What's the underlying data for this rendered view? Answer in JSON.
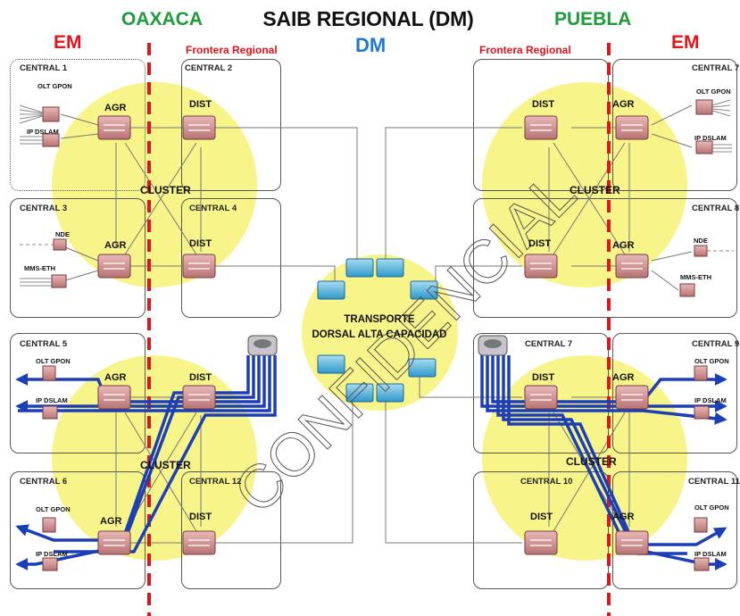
{
  "title": "SAIB REGIONAL (DM)",
  "subtitle": "DM",
  "regions": {
    "left": "OAXACA",
    "right": "PUEBLA"
  },
  "em_left": "EM",
  "em_right": "EM",
  "frontera_left": "Frontera Regional",
  "frontera_right": "Frontera Regional",
  "centrals": {
    "c1": "CENTRAL 1",
    "c2": "CENTRAL 2",
    "c3": "CENTRAL 3",
    "c4": "CENTRAL 4",
    "c5": "CENTRAL 5",
    "c6": "CENTRAL 6",
    "c12": "CENTRAL 12",
    "c7a": "CENTRAL 7",
    "c8": "CENTRAL 8",
    "c7b": "CENTRAL 7",
    "c9": "CENTRAL 9",
    "c10": "CENTRAL 10",
    "c11": "CENTRAL 11"
  },
  "roles": {
    "agr": "AGR",
    "dist": "DIST"
  },
  "devices": {
    "olt": "OLT GPON",
    "dslam": "IP DSLAM",
    "nde": "NDE",
    "mms": "MMS-ETH"
  },
  "cluster": "CLUSTER",
  "transport": {
    "line1": "TRANSPORTE",
    "line2": "DORSAL ALTA CAPACIDAD"
  },
  "watermark": "CONFIDENCIAL",
  "colors": {
    "green": "#1e9b3a",
    "red": "#e0141b",
    "blue": "#1f78d1",
    "yellow": "#f7f48a",
    "flow": "#1c3fb8"
  }
}
